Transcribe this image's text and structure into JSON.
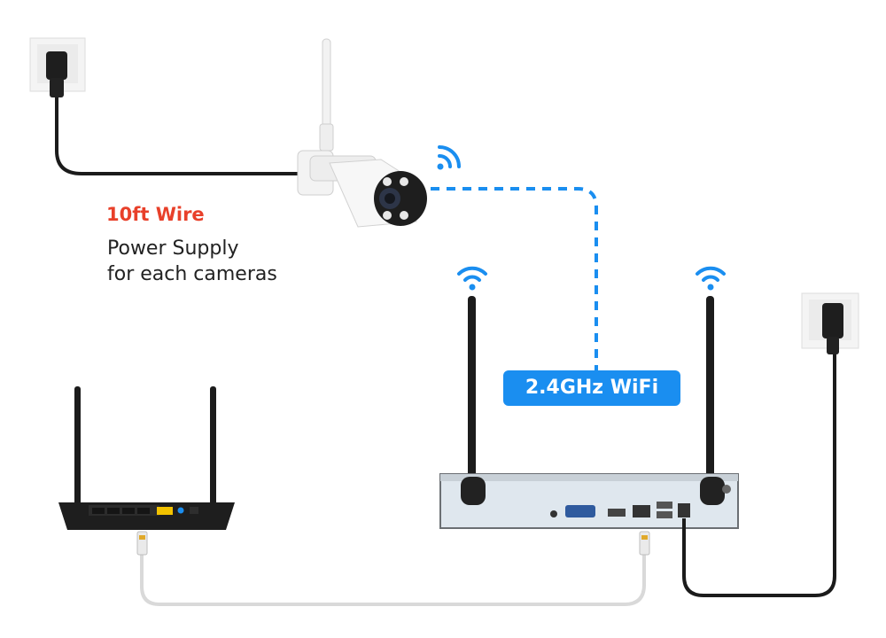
{
  "labels": {
    "wire_length": "10ft Wire",
    "power_line1": "Power Supply",
    "power_line2": "for each cameras",
    "wifi_band": "2.4GHz WiFi"
  },
  "colors": {
    "accent_red": "#e8402a",
    "wifi_blue": "#1a8ef0",
    "cable_dark": "#1b1b1b",
    "ethernet_gray": "#d9d9d9",
    "nvr_face": "#dfe7ee"
  },
  "icons": [
    "wall-outlet-icon",
    "power-adapter-icon",
    "wifi-signal-icon",
    "ethernet-plug-icon"
  ]
}
